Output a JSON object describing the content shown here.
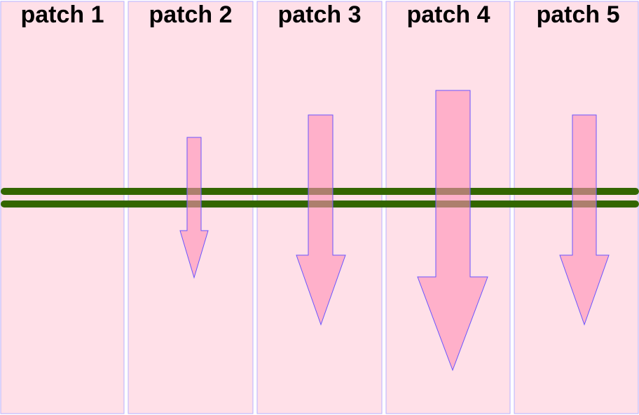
{
  "colors": {
    "patch_fill": "#ffe0e8",
    "patch_border": "#b7b0ff",
    "wire": "#336600",
    "arrow_fill": "#ff8fb5",
    "arrow_border": "#6a55ff"
  },
  "patches": [
    {
      "label": "patch 1",
      "arrow_magnitude": 0
    },
    {
      "label": "patch 2",
      "arrow_magnitude": 2
    },
    {
      "label": "patch 3",
      "arrow_magnitude": 3
    },
    {
      "label": "patch 4",
      "arrow_magnitude": 4
    },
    {
      "label": "patch 5",
      "arrow_magnitude": 3
    }
  ],
  "wires": {
    "count": 2
  }
}
